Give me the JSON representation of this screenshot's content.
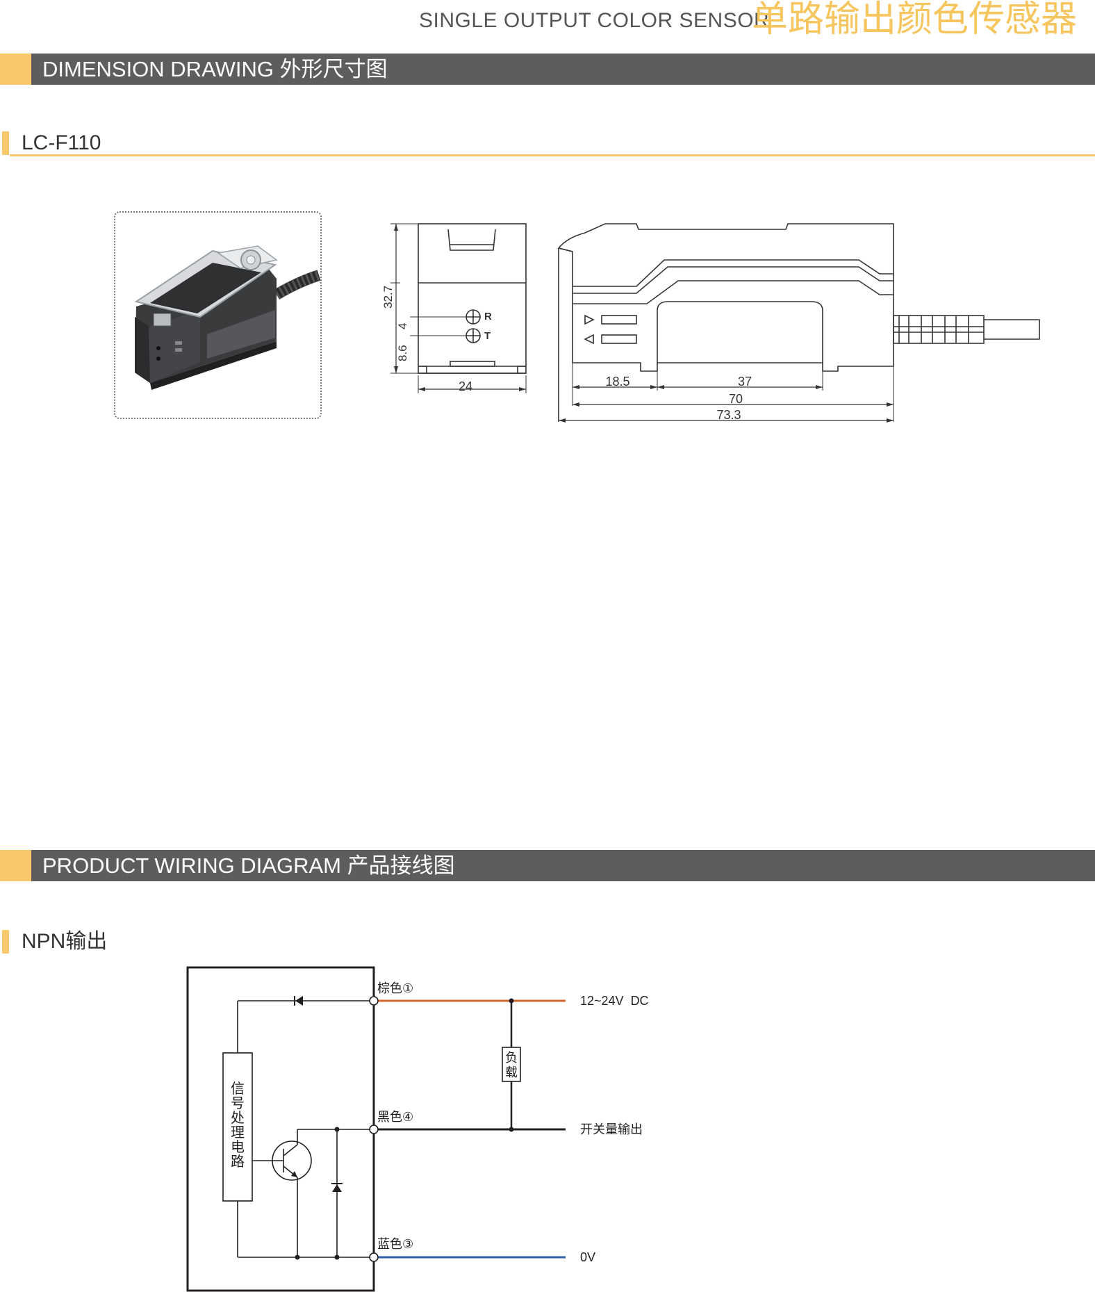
{
  "header": {
    "title_en": "SINGLE OUTPUT COLOR SENSOR",
    "title_cn": "单路输出颜色传感器",
    "chevron": "《"
  },
  "sections": {
    "dimension": {
      "title": "DIMENSION DRAWING 外形尺寸图"
    },
    "wiring": {
      "title": "PRODUCT WIRING DIAGRAM 产品接线图"
    }
  },
  "dimension_drawing": {
    "model": "LC-F110",
    "front_view": {
      "dims": {
        "height": "32.7",
        "spacing": "4",
        "bottom": "8.6",
        "width": "24"
      },
      "indicators": {
        "r": "R",
        "t": "T"
      }
    },
    "side_view": {
      "dims": {
        "left": "18.5",
        "middle": "37",
        "body": "70",
        "total": "73.3"
      }
    }
  },
  "wiring_diagram": {
    "output_type": "NPN输出",
    "circuit_label": [
      "信",
      "号",
      "处",
      "理",
      "电",
      "路"
    ],
    "load_label": [
      "负",
      "载"
    ],
    "wires": [
      {
        "label": "棕色①",
        "signal": "12~24V  DC",
        "color": "#d2662a"
      },
      {
        "label": "黑色④",
        "signal": "开关量输出",
        "color": "#231f20"
      },
      {
        "label": "蓝色③",
        "signal": "0V",
        "color": "#2f5faf"
      }
    ]
  },
  "colors": {
    "accent": "#f9c86a",
    "bar": "#5e5c5c",
    "header_cn": "#f7c55e"
  }
}
